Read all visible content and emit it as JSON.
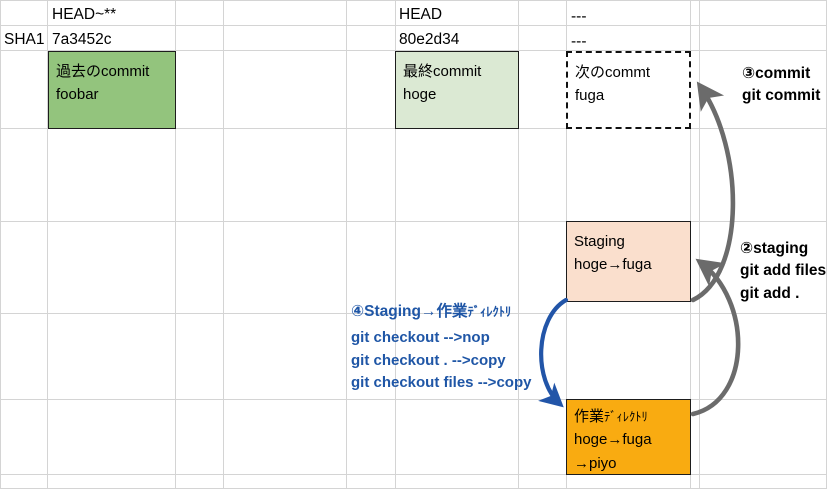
{
  "sheet": {
    "columns_x": [
      0,
      48,
      176,
      224,
      347,
      396,
      519,
      567,
      691,
      700,
      827
    ],
    "rows_y": [
      0,
      26,
      51,
      129,
      222,
      314,
      400,
      475,
      489
    ]
  },
  "labels": {
    "sha1_row_label": "SHA1",
    "head_tilde": "HEAD~**",
    "sha_old": "7a3452c",
    "head": "HEAD",
    "sha_latest": "80e2d34",
    "dash_top": "---",
    "dash_bottom": "---"
  },
  "boxes": {
    "past_commit": {
      "title": "過去のcommit",
      "content": "foobar",
      "color": "#93C47D"
    },
    "latest_commit": {
      "title": "最終commit",
      "content": "hoge",
      "color": "#DBE9D3"
    },
    "next_commit": {
      "title": "次のcommt",
      "content": "fuga",
      "color": "#FFFFFF"
    },
    "staging": {
      "title": "Staging",
      "content": "hoge→fuga",
      "color": "#FADFCD"
    },
    "working_dir": {
      "title_kanji": "作業",
      "title_kana": "ﾃﾞｨﾚｸﾄﾘ",
      "line2": "hoge→fuga",
      "line3": "→piyo",
      "color": "#F9AB11"
    }
  },
  "annotations": {
    "commit": {
      "heading": "③commit",
      "command": "git commit"
    },
    "staging": {
      "heading": "②staging",
      "command1": "git add files",
      "command2": "git add ."
    },
    "checkout": {
      "heading_a": "④Staging→作業",
      "heading_b": "ﾃﾞｨﾚｸﾄﾘ",
      "line1": "git checkout -->nop",
      "line2": "git checkout . -->copy",
      "line3": "git checkout files  -->copy",
      "color": "#1F56A6"
    }
  },
  "arrows": {
    "commit_arrow_color": "#6B6B6B",
    "staging_arrow_color": "#6B6B6B",
    "checkout_arrow_color": "#2255A8"
  }
}
